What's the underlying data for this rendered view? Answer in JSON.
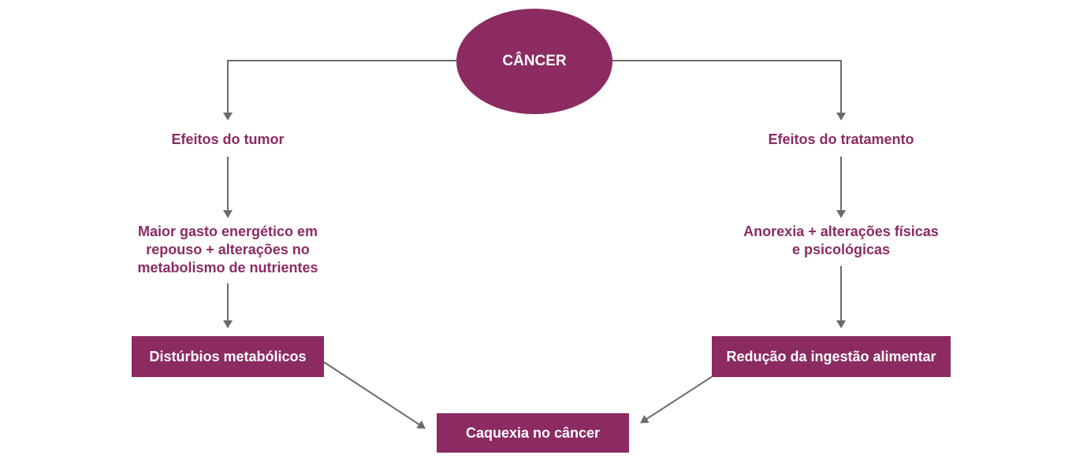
{
  "nodes": {
    "root": "CÂNCER",
    "left_effect": "Efeitos do tumor",
    "right_effect": "Efeitos do tratamento",
    "left_detail": "Maior gasto energético em repouso + alterações no metabolismo de nutrientes",
    "right_detail": "Anorexia + alterações físicas e psicológicas",
    "left_box": "Distúrbios metabólicos",
    "right_box": "Redução da ingestão alimentar",
    "result": "Caquexia no câncer"
  },
  "colors": {
    "accent": "#8b2b62",
    "arrow": "#6b6b6b"
  }
}
